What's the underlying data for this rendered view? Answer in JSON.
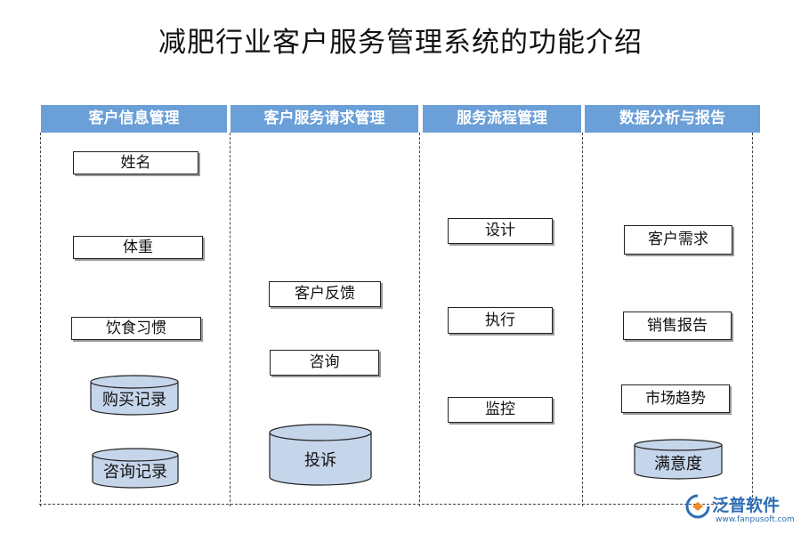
{
  "title": "减肥行业客户服务管理系统的功能介绍",
  "columns": [
    {
      "header": "客户信息管理",
      "items": [
        "姓名",
        "体重",
        "饮食习惯"
      ],
      "cylinders": [
        "购买记录",
        "咨询记录"
      ]
    },
    {
      "header": "客户服务请求管理",
      "items": [
        "客户反馈",
        "咨询"
      ],
      "cylinders": [
        "投诉"
      ]
    },
    {
      "header": "服务流程管理",
      "items": [
        "设计",
        "执行",
        "监控"
      ],
      "cylinders": []
    },
    {
      "header": "数据分析与报告",
      "items": [
        "客户需求",
        "销售报告",
        "市场趋势"
      ],
      "cylinders": [
        "满意度"
      ]
    }
  ],
  "watermark": {
    "brand": "泛普软件",
    "url": "www.fanpusoft.com"
  },
  "colors": {
    "header_bg": "#6a9fd8",
    "cylinder_fill": "#c5d5ea",
    "border": "#222222"
  }
}
